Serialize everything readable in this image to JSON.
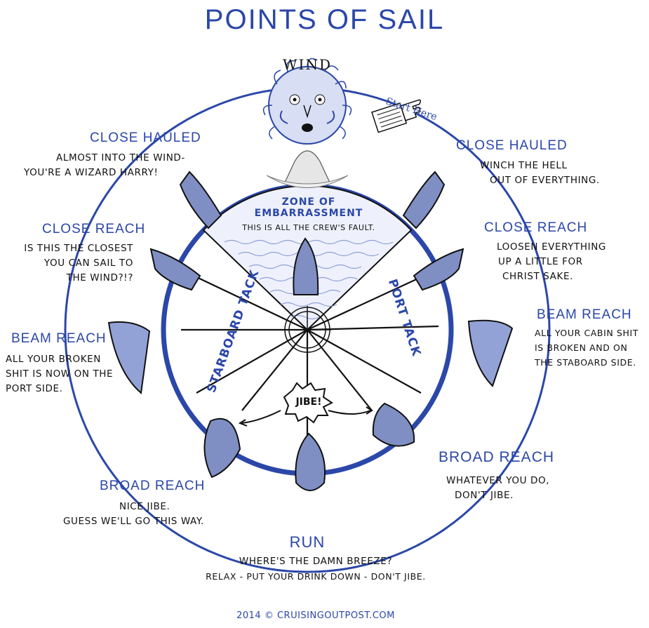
{
  "title": "POINTS OF SAIL",
  "wind_label": "WIND",
  "start_here": "Start Here",
  "zone": {
    "title_line1": "ZONE OF",
    "title_line2": "EMBARRASSMENT",
    "subtitle": "THIS IS ALL THE CREW'S FAULT."
  },
  "tacks": {
    "starboard": "STARBOARD TACK",
    "port": "PORT TACK"
  },
  "jibe_label": "JIBE!",
  "left": {
    "close_hauled": {
      "heading": "CLOSE HAULED",
      "lines": [
        "ALMOST INTO THE WIND-",
        "YOU'RE A WIZARD HARRY!"
      ]
    },
    "close_reach": {
      "heading": "CLOSE REACH",
      "lines": [
        "IS THIS THE CLOSEST",
        "YOU CAN SAIL TO",
        "THE WIND?!?"
      ]
    },
    "beam_reach": {
      "heading": "BEAM REACH",
      "lines": [
        "ALL YOUR BROKEN",
        "SHIT IS NOW ON THE",
        "PORT SIDE."
      ]
    },
    "broad_reach": {
      "heading": "BROAD REACH",
      "lines": [
        "NICE JIBE.",
        "GUESS WE'LL GO THIS WAY."
      ]
    }
  },
  "right": {
    "close_hauled": {
      "heading": "CLOSE HAULED",
      "lines": [
        "WINCH THE HELL",
        "OUT OF EVERYTHING."
      ]
    },
    "close_reach": {
      "heading": "CLOSE REACH",
      "lines": [
        "LOOSEN EVERYTHING",
        "UP A LITTLE FOR",
        "CHRIST SAKE."
      ]
    },
    "beam_reach": {
      "heading": "BEAM REACH",
      "lines": [
        "ALL YOUR CABIN SHIT",
        "IS BROKEN AND ON",
        "THE STABOARD SIDE."
      ]
    },
    "broad_reach": {
      "heading": "BROAD REACH",
      "lines": [
        "WHATEVER YOU DO,",
        "DON'T JIBE."
      ]
    }
  },
  "run": {
    "heading": "RUN",
    "lines": [
      "WHERE'S THE DAMN BREEZE?",
      "RELAX - PUT YOUR DRINK DOWN - DON'T JIBE."
    ]
  },
  "credit": "2014 © CRUISINGOUTPOST.COM",
  "colors": {
    "ink": "#2b47a8",
    "hull": "#7f8fc4",
    "sail": "#93a2d6",
    "black": "#111111"
  }
}
